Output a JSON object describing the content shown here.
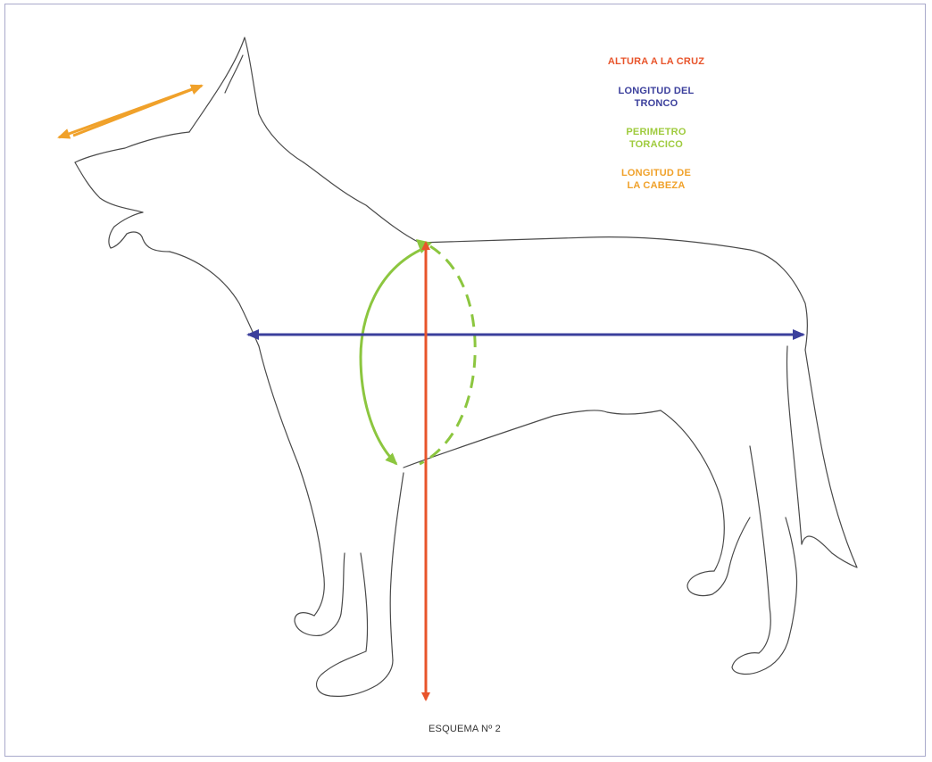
{
  "legend": {
    "items": [
      {
        "key": "altura",
        "text": "ALTURA A LA CRUZ",
        "color": "#e8542b"
      },
      {
        "key": "longitud_tronco",
        "text": "LONGITUD DEL\nTRONCO",
        "color": "#3b3f9c"
      },
      {
        "key": "perimetro",
        "text": "PERIMETRO\nTORACICO",
        "color": "#9fcb3e"
      },
      {
        "key": "longitud_cabeza",
        "text": "LONGITUD DE\nLA CABEZA",
        "color": "#f0a12a"
      }
    ]
  },
  "caption": "ESQUEMA Nº 2",
  "colors": {
    "outline": "#4a4a4a",
    "frame": "#a9aacb",
    "height_arrow": "#e8542b",
    "trunk_arrow": "#3b3f9c",
    "chest_arrow": "#8cc63f",
    "head_arrow": "#f0a12a"
  }
}
